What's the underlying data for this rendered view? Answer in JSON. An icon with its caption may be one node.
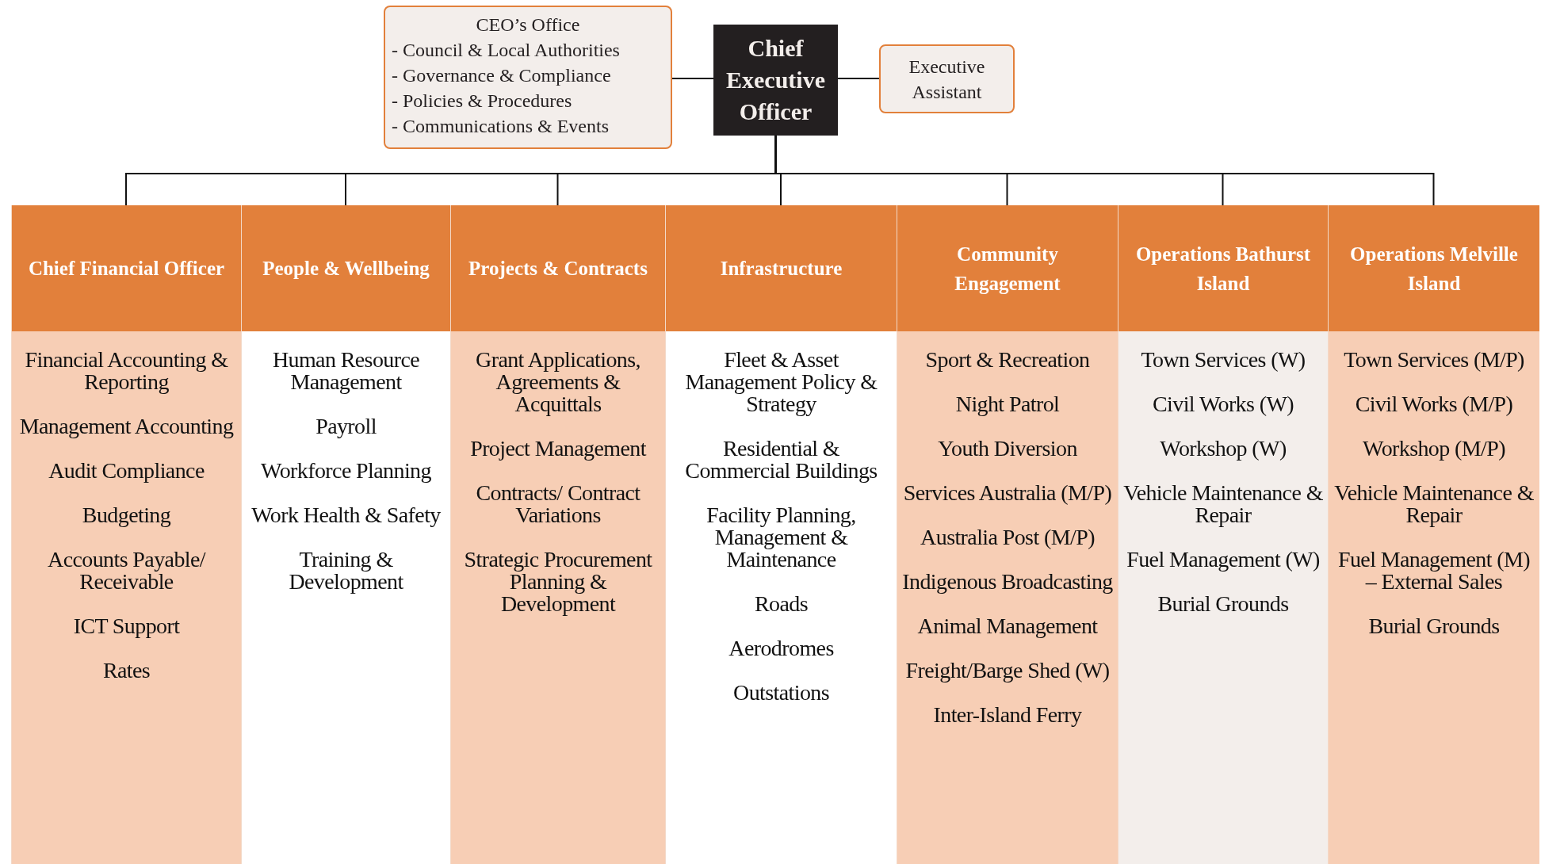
{
  "diagram": {
    "nodes": [
      {
        "text": [
          "CEO’s Office",
          "- Council & Local Authorities",
          "- Governance & Compliance",
          "- Policies & Procedures",
          "- Communications & Events"
        ]
      },
      {
        "text": [
          "Chief Executive Officer"
        ]
      },
      {
        "text": [
          "Executive Assistant"
        ]
      },
      {
        "text": [
          "Chief Financial Officer",
          "Financial Accounting & Reporting",
          "Management Accounting",
          "Audit Compliance",
          "Budgeting",
          "Accounts Payable/ Receivable",
          "ICT Support",
          "Rates"
        ]
      },
      {
        "text": [
          "People & Wellbeing",
          "Human Resource Management",
          "Payroll",
          "Workforce Planning",
          "Work Health & Safety",
          "Training & Development"
        ]
      },
      {
        "text": [
          "Projects & Contracts",
          "Grant Applications, Agreements & Acquittals",
          "Project Management",
          "Contracts/ Contract Variations",
          "Strategic Procurement Planning & Development"
        ]
      },
      {
        "text": [
          "Infrastructure",
          "Fleet & Asset Management Policy & Strategy",
          "Residential & Commercial Buildings",
          "Facility Planning, Management & Maintenance",
          "Roads",
          "Aerodromes",
          "Outstations"
        ]
      },
      {
        "text": [
          "Community Engagement",
          "Sport & Recreation",
          "Night Patrol",
          "Youth Diversion",
          "Services Australia (M/P)",
          "Australia Post (M/P)",
          "Indigenous Broadcasting",
          "Animal Management",
          "Freight/Barge Shed (W)",
          "Inter-Island Ferry"
        ]
      },
      {
        "text": [
          "Operations Bathurst Island",
          "Town Services (W)",
          "Civil Works (W)",
          "Workshop (W)",
          "Vehicle Maintenance & Repair",
          "Fuel Management (W)",
          "Burial Grounds"
        ]
      },
      {
        "text": [
          "Operations Melville Island",
          "Town Services (M/P)",
          "Civil Works (M/P)",
          "Workshop (M/P)",
          "Vehicle Maintenance & Repair",
          "Fuel Management (M) – External Sales",
          "Burial Grounds"
        ]
      }
    ],
    "edges": [
      {
        "from": 0,
        "to": 1,
        "arrow": "none"
      },
      {
        "from": 1,
        "to": 2,
        "arrow": "none"
      },
      {
        "from": 1,
        "to": 3,
        "arrow": "none"
      },
      {
        "from": 1,
        "to": 4,
        "arrow": "none"
      },
      {
        "from": 1,
        "to": 5,
        "arrow": "none"
      },
      {
        "from": 1,
        "to": 6,
        "arrow": "none"
      },
      {
        "from": 1,
        "to": 7,
        "arrow": "none"
      },
      {
        "from": 1,
        "to": 8,
        "arrow": "none"
      },
      {
        "from": 1,
        "to": 9,
        "arrow": "none"
      }
    ]
  }
}
